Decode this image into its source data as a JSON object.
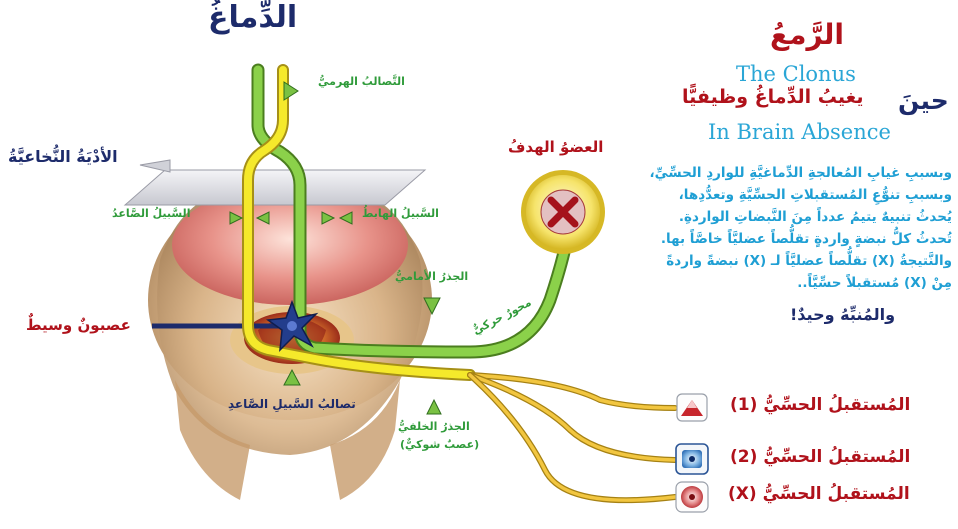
{
  "labels": {
    "brain": "الدِّماغُ",
    "pyramidal_tract": "التَّصالبُ الهرميُّ",
    "medulla": "الأدْيَةُ النُّخاعيَّةُ",
    "ascending_path": "السَّبيلُ الصَّاعدُ",
    "descending_path": "السَّبيلُ الهابطُ",
    "anterior_root": "الجذرُ الأماميُّ",
    "motor_axon": "محورٌ حركيٌّ",
    "target_organ": "العضوُ الهدفُ",
    "interneuron": "عصبونٌ وسيطٌ",
    "ascending_decussation": "تصالبُ السَّبيلِ الصَّاعدِ",
    "posterior_root": "الجذرُ الخلفيُّ",
    "posterior_root_sub": "(عصبٌ شوكيٌّ)"
  },
  "title": {
    "arabic": "الرَّمعُ",
    "english": "The Clonus",
    "when": "حينَ",
    "subtitle_ar": "يغيبُ الدِّماغُ وظيفيًّا",
    "subtitle_en": "In Brain Absence"
  },
  "paragraph": [
    "وبسببِ غيابِ المُعالجةِ الدِّماغيَّةِ للواردِ الحسِّيِّ،",
    "وبسببِ تنوُّعِ المُستقبلاتِ الحسِّيَّةِ وتعدُّدِها،",
    "يُحدثُ تنبيهٌ يتيمُ عدداً مِنَ النَّبضاتِ الواردةِ.",
    "تُحدثُ كلُّ نبضةٍ واردةٍ تقلُّصاً عضليَّاً خاصَّاً بها.",
    "والنَّتيجةُ (X) تقلُّصاً عضليَّاً لـ (X) نبضةً واردةً",
    "مِنْ (X) مُستقبلاً حسِّيَّاً.."
  ],
  "conclusion": "والمُنبِّهُ وحيدٌ!",
  "receptors": [
    {
      "label": "المُستقبلُ الحسِّيُّ (1)"
    },
    {
      "label": "المُستقبلُ الحسِّيُّ (2)"
    },
    {
      "label": "المُستقبلُ الحسِّيُّ (X)"
    }
  ],
  "target_symbol": "X",
  "colors": {
    "green_label": "#2f9b3a",
    "navy": "#1d2b6b",
    "red": "#b0121b",
    "cyan": "#2aa6d6",
    "yellow_nerve": "#f5e92b",
    "green_nerve": "#8bd14a"
  }
}
